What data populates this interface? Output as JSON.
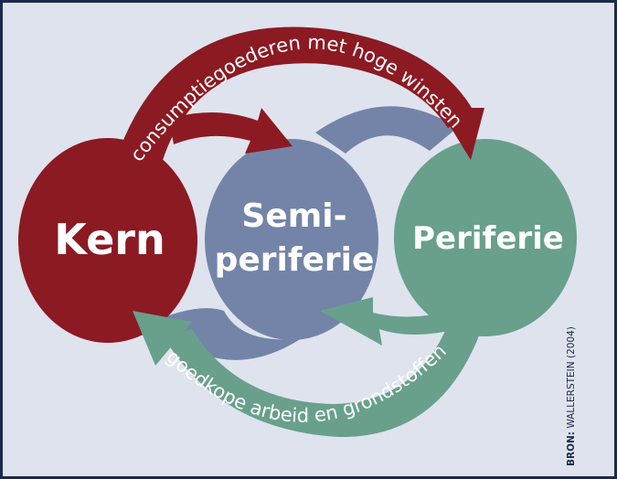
{
  "diagram": {
    "nodes": [
      {
        "id": "kern",
        "label_lines": [
          "Kern"
        ],
        "color": "#8c1a22"
      },
      {
        "id": "semi",
        "label_lines": [
          "Semi-",
          "periferie"
        ],
        "color": "#7384a8"
      },
      {
        "id": "periferie",
        "label_lines": [
          "Periferie"
        ],
        "color": "#68a08c"
      }
    ],
    "flows": [
      {
        "id": "top",
        "label": "consumptiegoederen met hoge winsten",
        "from": "kern",
        "to": "periferie",
        "color": "#8c1a22"
      },
      {
        "id": "bottom",
        "label": "goedkope arbeid en grondstoffen",
        "from": "periferie",
        "to": "kern",
        "color": "#68a08c"
      }
    ],
    "source": {
      "prefix": "BRON:",
      "text": " WALLERSTEIN (2004)"
    }
  },
  "colors": {
    "frame": "#1b2a4a",
    "background": "#dfe3ee"
  }
}
